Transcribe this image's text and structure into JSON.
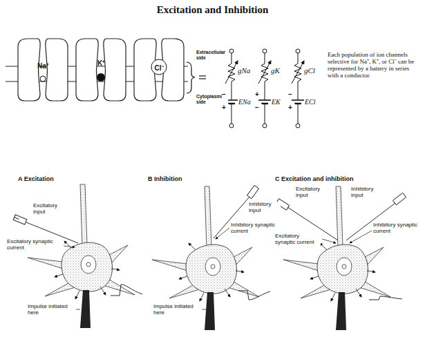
{
  "diagram": {
    "title": "Excitation and Inhibition",
    "nodes": [
      {
        "text": [
          "Na⁺"
        ]
      },
      {
        "text": [
          "K⁺"
        ]
      },
      {
        "text": [
          "Cl⁻"
        ]
      }
    ],
    "labels": [
      "Extracellular side",
      "Cytoplasmic side",
      "gNa",
      "gK",
      "gCl",
      "−",
      "+",
      "ENa",
      "+",
      "−",
      "EK",
      "−",
      "+",
      "ECl",
      "Each population of ion channels selective for Na⁺, K⁺, or Cl⁻ can be represented by a battery in series with a conductor.",
      "A Excitation",
      "Excitatory input",
      "Excitatory synaptic current",
      "Impulse initiated here",
      "B Inhibition",
      "Inhibitory input",
      "Inhibitory synaptic current",
      "Impulse initiated here",
      "C Excitation and inhibition",
      "Excitatory input",
      "Inhibitory input",
      "Excitatory synaptic current",
      "Inhibitory synaptic current"
    ]
  }
}
